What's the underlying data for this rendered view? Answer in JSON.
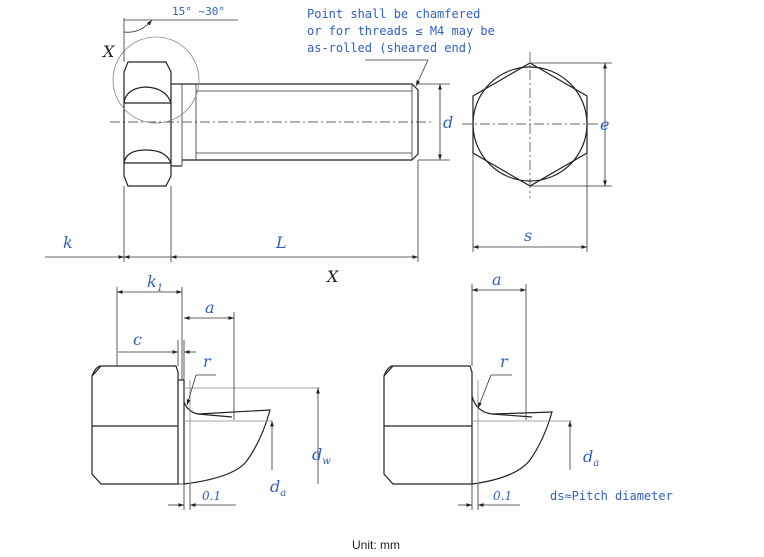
{
  "labels": {
    "angle": "15° ~30°",
    "note_line1": "Point shall be chamfered",
    "note_line2": "or for threads ≤ M4 may be",
    "note_line3": "as-rolled (sheared end)",
    "x_mark": "X",
    "x_view": "X",
    "d": "d",
    "e": "e",
    "s": "s",
    "k": "k",
    "L": "L",
    "k1": "k",
    "k1_sub": "1",
    "a_left": "a",
    "a_right": "a",
    "c": "c",
    "r_left": "r",
    "r_right": "r",
    "dw": "d",
    "dw_sub": "w",
    "da_left": "d",
    "da_left_sub": "a",
    "da_right": "d",
    "da_right_sub": "a",
    "t_left": "0.1",
    "t_right": "0.1",
    "pitch_note": "ds≈Pitch diameter",
    "unit": "Unit: mm"
  }
}
